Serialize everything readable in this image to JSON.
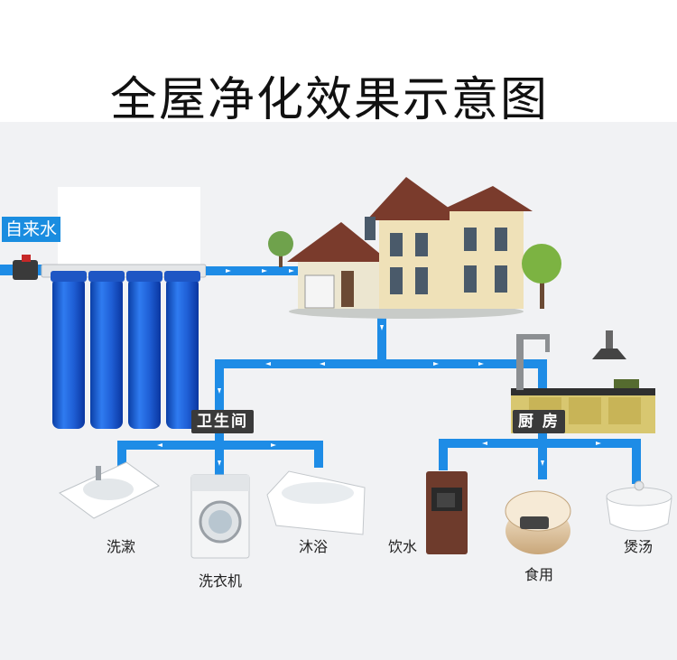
{
  "title": "全屋净化效果示意图",
  "source_label": "自来水",
  "rooms": {
    "bathroom": "卫生间",
    "kitchen": "厨  房"
  },
  "appliances": {
    "washbasin": "洗漱",
    "washing_machine": "洗衣机",
    "bathtub": "沐浴",
    "water_dispenser": "饮水",
    "rice_cooker": "食用",
    "soup_pot": "煲汤"
  },
  "colors": {
    "pipe": "#1e8ce6",
    "filter": "#1c5fd0",
    "label_bg": "#3a3a3a",
    "source_bg": "#1a8de0"
  }
}
